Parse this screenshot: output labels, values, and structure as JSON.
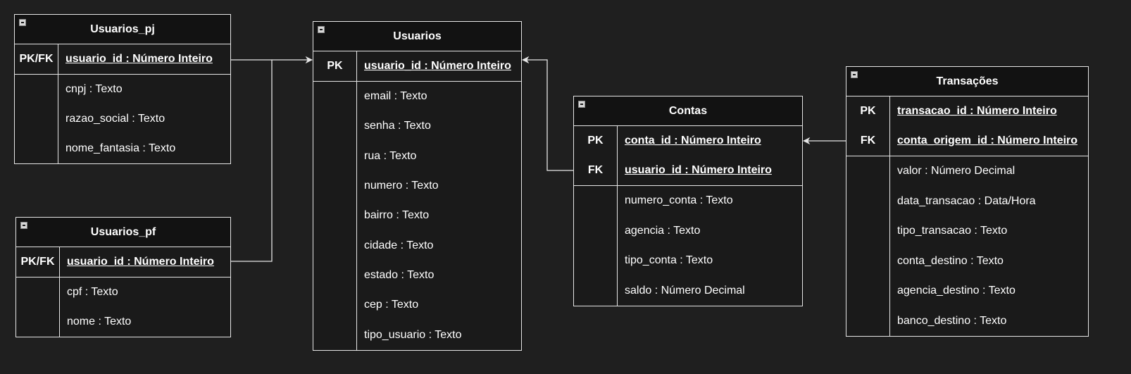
{
  "entities": [
    {
      "id": "usuarios_pj",
      "title": "Usuarios_pj",
      "keys": [
        {
          "type": "PK/FK",
          "name": "usuario_id",
          "datatype": "Número Inteiro"
        }
      ],
      "attributes": [
        {
          "name": "cnpj",
          "datatype": "Texto"
        },
        {
          "name": "razao_social",
          "datatype": "Texto"
        },
        {
          "name": "nome_fantasia",
          "datatype": "Texto"
        }
      ]
    },
    {
      "id": "usuarios_pf",
      "title": "Usuarios_pf",
      "keys": [
        {
          "type": "PK/FK",
          "name": "usuario_id",
          "datatype": "Número Inteiro"
        }
      ],
      "attributes": [
        {
          "name": "cpf",
          "datatype": "Texto"
        },
        {
          "name": "nome",
          "datatype": "Texto"
        }
      ]
    },
    {
      "id": "usuarios",
      "title": "Usuarios",
      "keys": [
        {
          "type": "PK",
          "name": "usuario_id",
          "datatype": "Número Inteiro"
        }
      ],
      "attributes": [
        {
          "name": "email",
          "datatype": "Texto"
        },
        {
          "name": "senha",
          "datatype": "Texto"
        },
        {
          "name": "rua",
          "datatype": "Texto"
        },
        {
          "name": "numero",
          "datatype": "Texto"
        },
        {
          "name": "bairro",
          "datatype": "Texto"
        },
        {
          "name": "cidade",
          "datatype": "Texto"
        },
        {
          "name": "estado",
          "datatype": "Texto"
        },
        {
          "name": "cep",
          "datatype": "Texto"
        },
        {
          "name": "tipo_usuario",
          "datatype": "Texto"
        }
      ]
    },
    {
      "id": "contas",
      "title": "Contas",
      "keys": [
        {
          "type": "PK",
          "name": "conta_id",
          "datatype": "Número Inteiro"
        },
        {
          "type": "FK",
          "name": "usuario_id",
          "datatype": "Número Inteiro"
        }
      ],
      "attributes": [
        {
          "name": "numero_conta",
          "datatype": "Texto"
        },
        {
          "name": "agencia",
          "datatype": "Texto"
        },
        {
          "name": "tipo_conta",
          "datatype": "Texto"
        },
        {
          "name": "saldo",
          "datatype": "Número Decimal"
        }
      ]
    },
    {
      "id": "transacoes",
      "title": "Transações",
      "keys": [
        {
          "type": "PK",
          "name": "transacao_id",
          "datatype": "Número Inteiro"
        },
        {
          "type": "FK",
          "name": "conta_origem_id",
          "datatype": "Número Inteiro"
        }
      ],
      "attributes": [
        {
          "name": "valor",
          "datatype": "Número Decimal"
        },
        {
          "name": "data_transacao",
          "datatype": "Data/Hora"
        },
        {
          "name": "tipo_transacao",
          "datatype": "Texto"
        },
        {
          "name": "conta_destino",
          "datatype": "Texto"
        },
        {
          "name": "agencia_destino",
          "datatype": "Texto"
        },
        {
          "name": "banco_destino",
          "datatype": "Texto"
        }
      ]
    }
  ],
  "relationships": [
    {
      "from": "usuarios_pj",
      "to": "usuarios"
    },
    {
      "from": "usuarios_pf",
      "to": "usuarios"
    },
    {
      "from": "contas",
      "to": "usuarios"
    },
    {
      "from": "transacoes",
      "to": "contas"
    }
  ],
  "colors": {
    "background": "#1f1f1f",
    "line": "#e6e6e6",
    "text": "#ffffff",
    "header": "#121212"
  }
}
